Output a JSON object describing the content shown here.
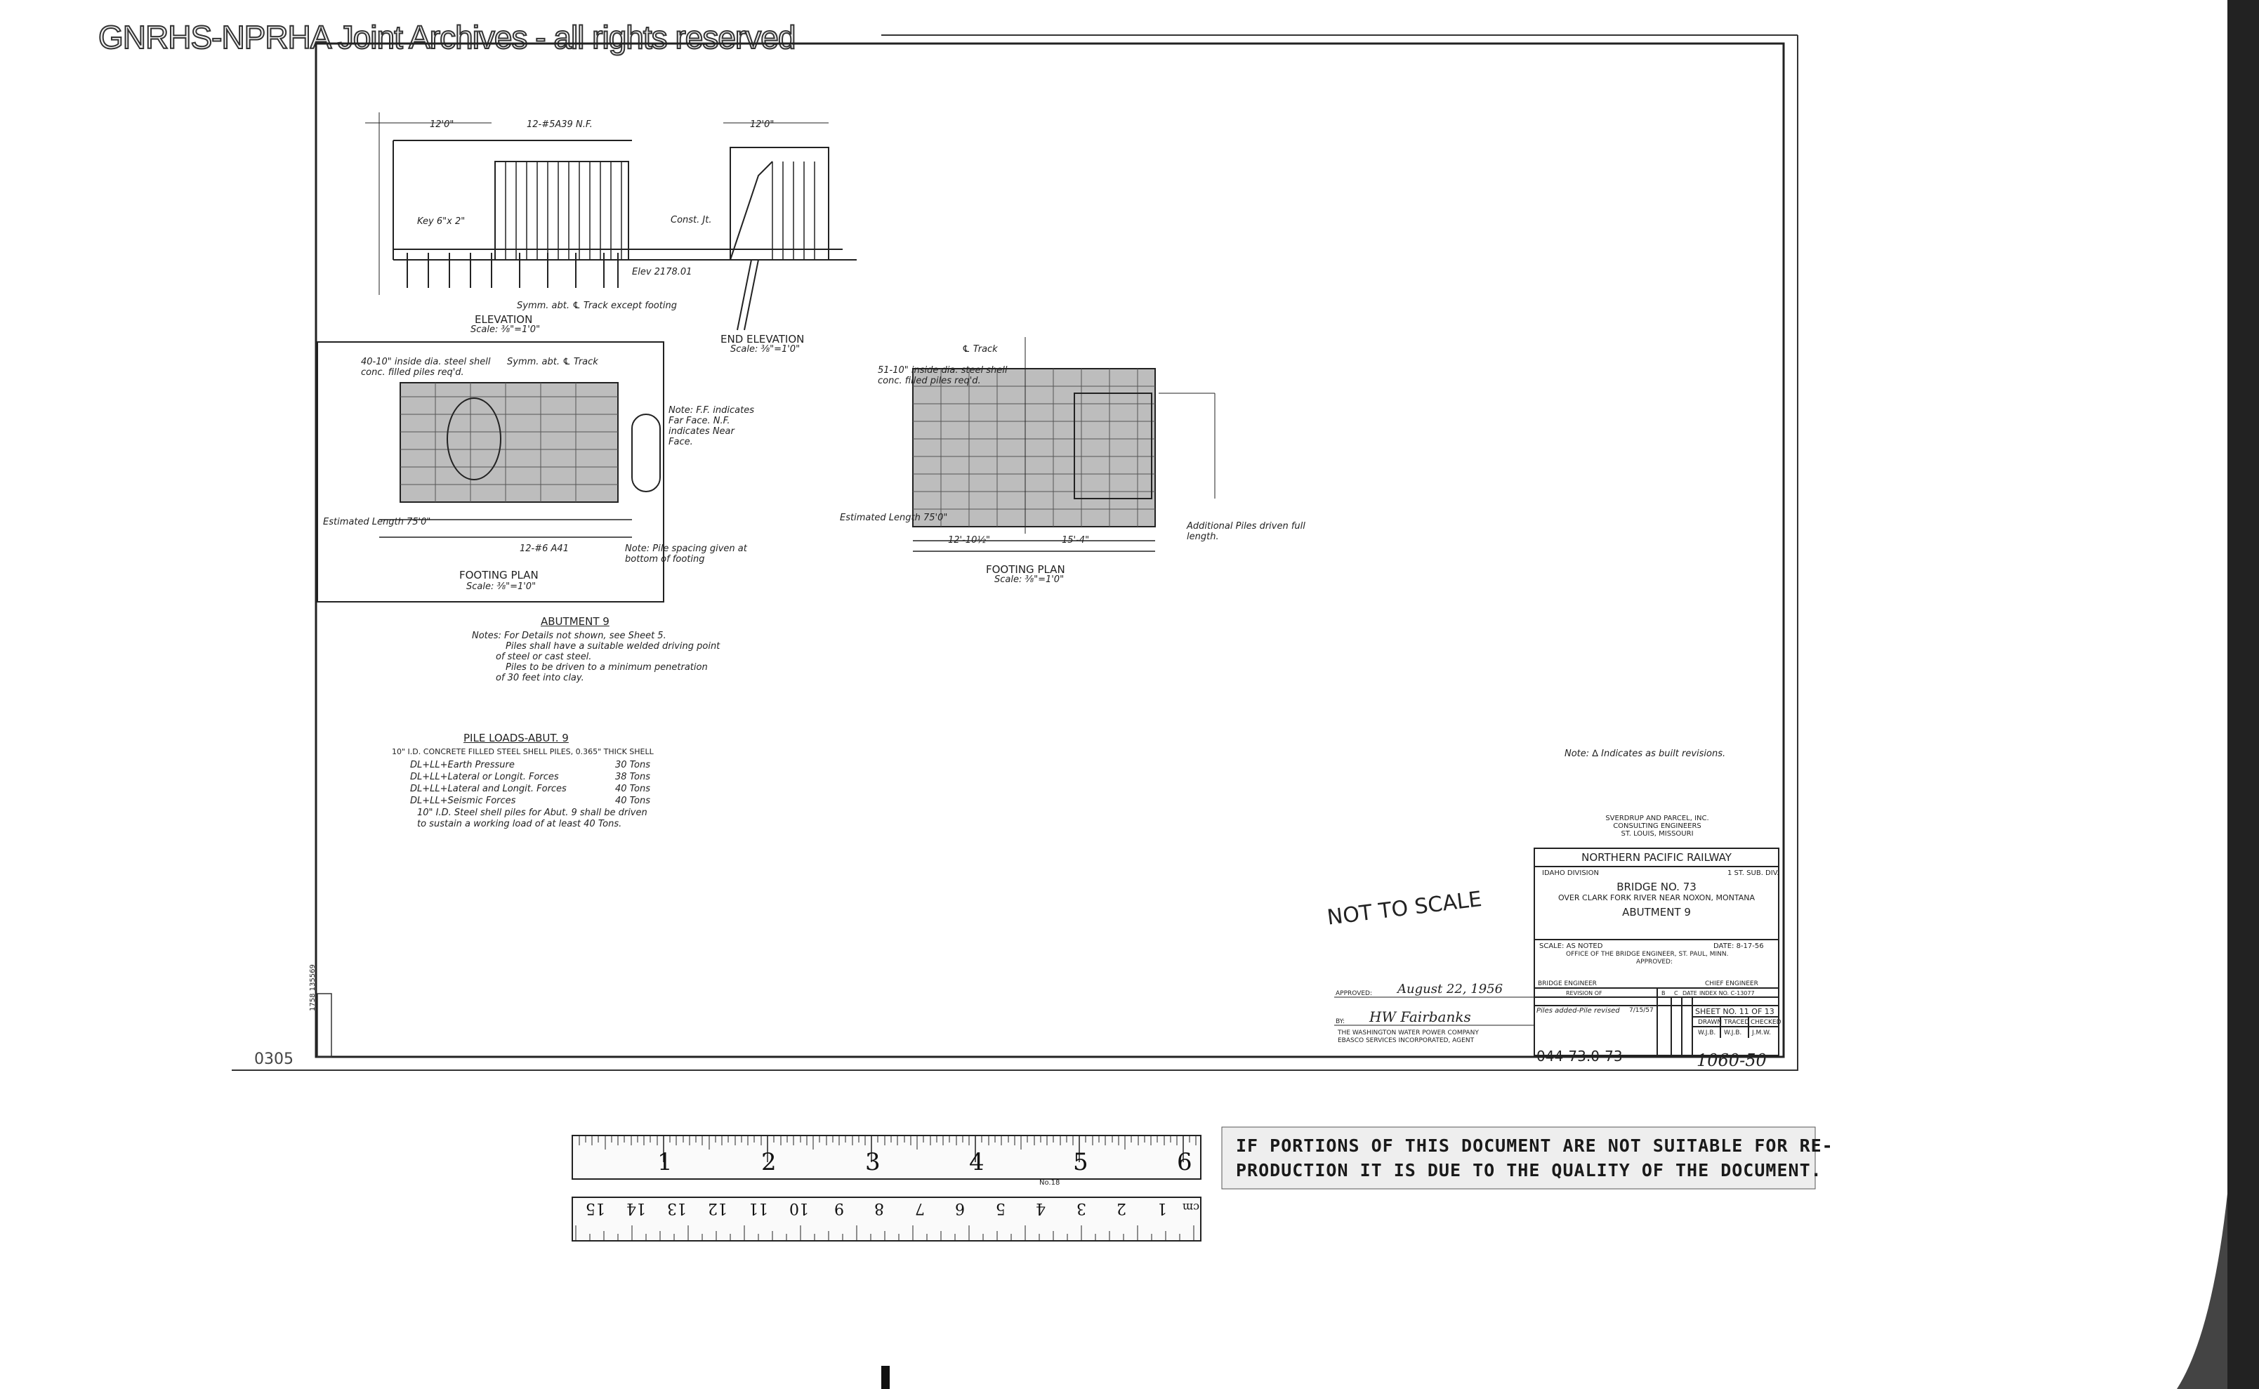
{
  "watermark": "GNRHS-NPRHA Joint Archives - all rights reserved",
  "views": {
    "elevation": {
      "title": "ELEVATION",
      "scale": "Scale: ⅜\"=1'0\""
    },
    "end_elevation": {
      "title": "END ELEVATION",
      "scale": "Scale: ⅜\"=1'0\""
    },
    "footing_plan_left": {
      "title": "FOOTING PLAN",
      "scale": "Scale: ⅜\"=1'0\""
    },
    "footing_plan_right": {
      "title": "FOOTING PLAN",
      "scale": "Scale: ⅜\"=1'0\""
    }
  },
  "callouts": {
    "dim_12": "12'0\"",
    "bars_a39": "12-#5A39 N.F.",
    "symm_track": "Symm. abt. ℄ Track except footing",
    "key": "Key 6\"x 2\"",
    "elev": "Elev 2178.01",
    "const_jt": "Const. Jt.",
    "piles_note": "40-10\" inside dia. steel shell conc. filled piles req'd.",
    "symm_track2": "Symm. abt. ℄ Track",
    "est_len_left": "Estimated Length 75'0\"",
    "bars_a41": "12-#6 A41",
    "pile_spacing": "Note: Pile spacing given at bottom of footing",
    "note_ff": "Note: F.F. indicates Far Face. N.F. indicates Near Face.",
    "track": "℄ Track",
    "piles_right": "51-10\" inside dia. steel shell conc. filled piles req'd.",
    "est_len_right": "Estimated Length 75'0\"",
    "add_piles": "Additional Piles driven full length.",
    "dim_12_10": "12'-10½\"",
    "dim_15_4": "15'-4\""
  },
  "abutment_notes": {
    "title": "ABUTMENT 9",
    "lines": [
      "Notes: For Details not shown, see Sheet 5.",
      "Piles shall have a suitable welded driving point",
      "of steel or cast steel.",
      "Piles to be driven to a minimum penetration",
      "of 30 feet into clay."
    ]
  },
  "pile_loads": {
    "title": "PILE LOADS-ABUT. 9",
    "subtitle": "10\" I.D. CONCRETE FILLED STEEL SHELL PILES, 0.365\" THICK SHELL",
    "rows": [
      {
        "case": "DL+LL+Earth Pressure",
        "load": "30 Tons"
      },
      {
        "case": "DL+LL+Lateral or Longit. Forces",
        "load": "38 Tons"
      },
      {
        "case": "DL+LL+Lateral and Longit. Forces",
        "load": "40 Tons"
      },
      {
        "case": "DL+LL+Seismic Forces",
        "load": "40 Tons"
      }
    ],
    "footer": [
      "10\" I.D. Steel shell piles for Abut. 9 shall be driven",
      "to sustain a working load of at least 40 Tons."
    ]
  },
  "revision_note": "Note: ∆ Indicates as built revisions.",
  "not_to_scale": "NOT TO SCALE",
  "title_block": {
    "consultant": [
      "SVERDRUP AND PARCEL, INC.",
      "CONSULTING ENGINEERS",
      "ST. LOUIS, MISSOURI"
    ],
    "railway": "NORTHERN PACIFIC RAILWAY",
    "division": "IDAHO DIVISION",
    "subdiv": "1 ST. SUB. DIV.",
    "bridge": "BRIDGE NO. 73",
    "location": "OVER CLARK FORK RIVER NEAR NOXON, MONTANA",
    "structure": "ABUTMENT 9",
    "scale": "SCALE: AS NOTED",
    "date": "DATE: 8-17-56",
    "office": "OFFICE OF THE BRIDGE ENGINEER, ST. PAUL, MINN.",
    "approved": "APPROVED:",
    "bridge_engineer": "BRIDGE ENGINEER",
    "chief_engineer": "CHIEF ENGINEER",
    "revision_of": "REVISION OF",
    "b": "B",
    "c": "C",
    "date_col": "DATE",
    "index": "INDEX NO. C-13077",
    "rev_note": "Piles added-Pile revised",
    "rev_date": "7/15/57",
    "sheet": "SHEET NO. 11 OF 13",
    "drawn": "DRAWN",
    "traced": "TRACED",
    "checked": "CHECKED",
    "drawn_by": "W.J.B.",
    "traced_by": "W.J.B.",
    "checked_by": "J.M.W.",
    "approved_left": "APPROVED:",
    "approved_date": "August 22, 1956",
    "by": "BY:",
    "signature": "HW Fairbanks",
    "company": [
      "THE WASHINGTON WATER POWER COMPANY",
      "EBASCO SERVICES INCORPORATED, AGENT"
    ],
    "drawing_no": "044-73.0-73",
    "file_no": "1060-50"
  },
  "margin_stamp": "1758 135569",
  "margin_code": "0305",
  "ruler": {
    "inch_marks": [
      "1",
      "2",
      "3",
      "4",
      "5",
      "6"
    ],
    "cm_marks": [
      "1",
      "2",
      "3",
      "4",
      "5",
      "6",
      "7",
      "8",
      "9",
      "10",
      "11",
      "12",
      "13",
      "14",
      "15"
    ],
    "cm_label": "cm",
    "model": "No.18"
  },
  "quality_stamp": [
    "IF PORTIONS OF THIS DOCUMENT ARE NOT SUITABLE FOR RE-",
    "PRODUCTION IT IS DUE TO THE QUALITY OF THE DOCUMENT."
  ]
}
